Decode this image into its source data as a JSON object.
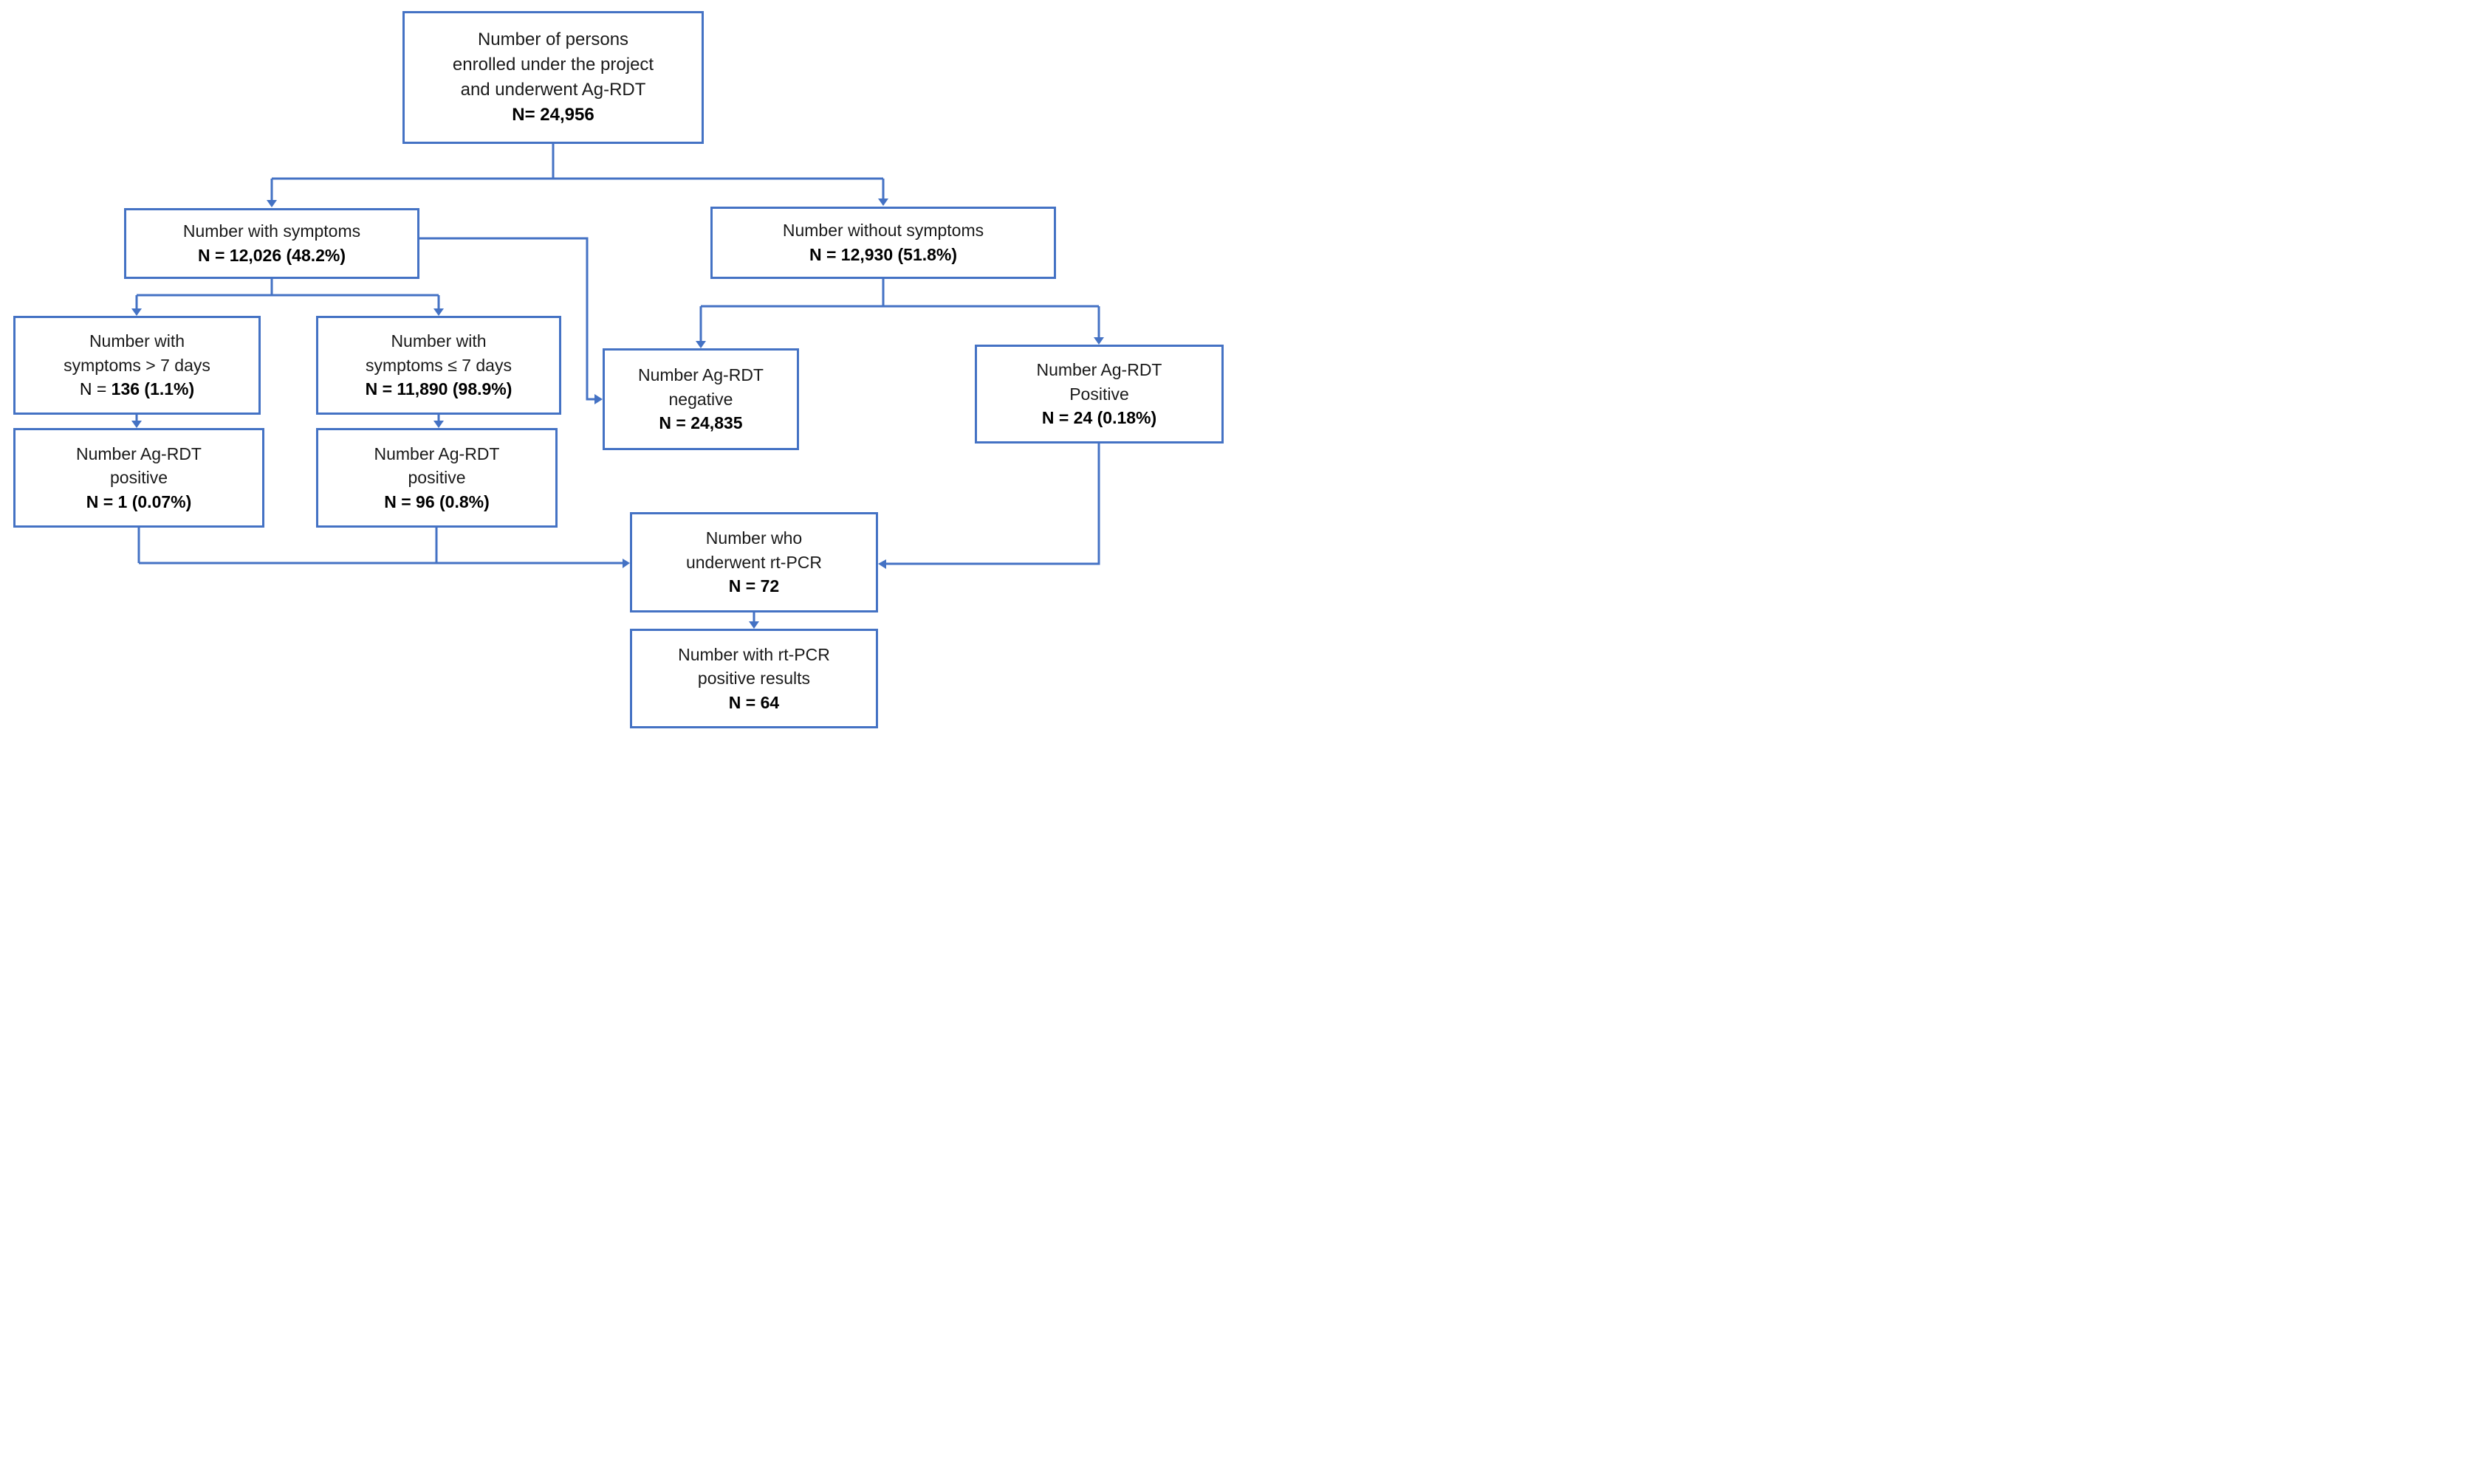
{
  "diagram": {
    "accent_color": "#4472C4",
    "text_color": "#000000",
    "background_color": "#FFFFFF",
    "nodes": {
      "enrolled": {
        "label": "Number of persons\nenrolled under the project\nand underwent Ag-RDT",
        "n_prefix": "",
        "n_value": "N= 24,956"
      },
      "with_symptoms": {
        "label": "Number with symptoms",
        "n_prefix": "",
        "n_value": "N = 12,026 (48.2%)"
      },
      "without_symptoms": {
        "label": "Number without  symptoms",
        "n_prefix": "",
        "n_value": "N = 12,930 (51.8%)"
      },
      "symptoms_gt7": {
        "label": "Number with\nsymptoms > 7 days",
        "n_prefix": "N = ",
        "n_value": "136 (1.1%)"
      },
      "symptoms_le7": {
        "label": "Number with\nsymptoms ≤ 7 days",
        "n_prefix": "",
        "n_value": "N = 11,890 (98.9%)"
      },
      "agrdt_negative": {
        "label": "Number Ag-RDT\nnegative",
        "n_prefix": "",
        "n_value": "N = 24,835"
      },
      "agrdt_positive_asymptomatic": {
        "label": "Number Ag-RDT\nPositive",
        "n_prefix": "",
        "n_value": "N = 24 (0.18%)"
      },
      "agrdt_positive_gt7": {
        "label": "Number Ag-RDT\npositive",
        "n_prefix": "",
        "n_value": "N = 1 (0.07%)"
      },
      "agrdt_positive_le7": {
        "label": "Number Ag-RDT\npositive",
        "n_prefix": "",
        "n_value": "N = 96 (0.8%)"
      },
      "underwent_rtpcr": {
        "label": "Number who\nunderwent rt-PCR",
        "n_prefix": "",
        "n_value": "N = 72"
      },
      "rtpcr_positive": {
        "label": "Number with rt-PCR\npositive results",
        "n_prefix": "",
        "n_value": "N = 64"
      }
    }
  }
}
